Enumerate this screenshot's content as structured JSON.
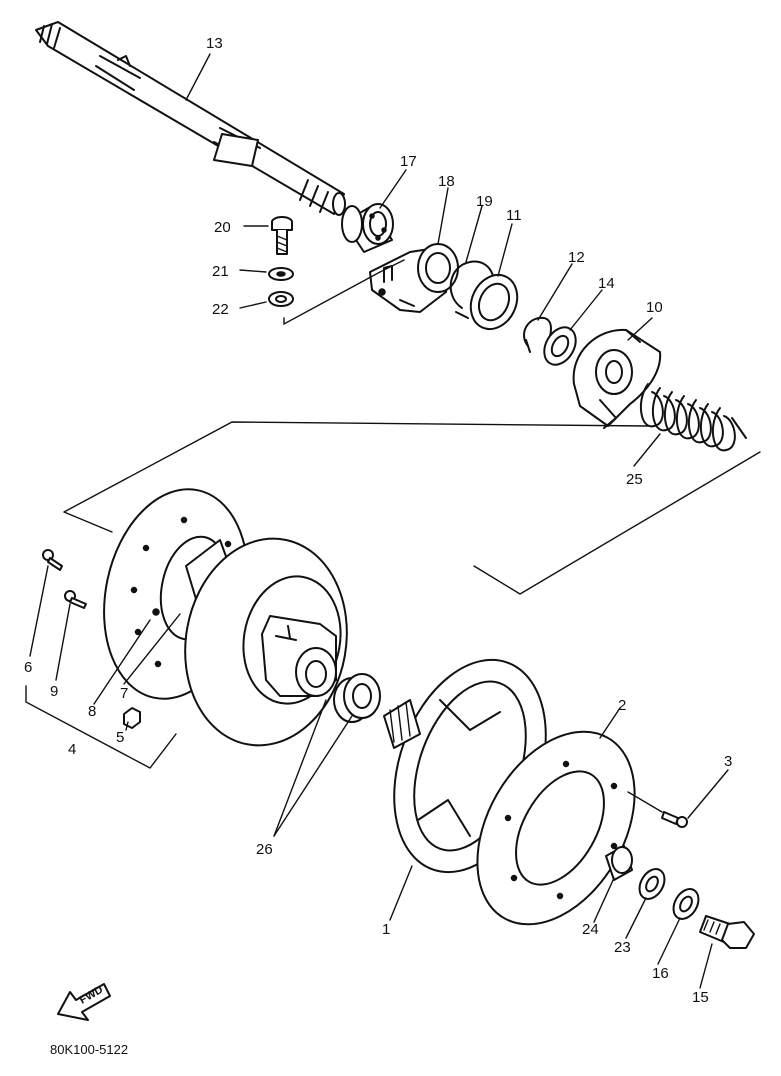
{
  "parts": [
    {
      "id": "1",
      "label": "1"
    },
    {
      "id": "2",
      "label": "2"
    },
    {
      "id": "3",
      "label": "3"
    },
    {
      "id": "4",
      "label": "4"
    },
    {
      "id": "5",
      "label": "5"
    },
    {
      "id": "6",
      "label": "6"
    },
    {
      "id": "7",
      "label": "7"
    },
    {
      "id": "8",
      "label": "8"
    },
    {
      "id": "9",
      "label": "9"
    },
    {
      "id": "10",
      "label": "10"
    },
    {
      "id": "11",
      "label": "11"
    },
    {
      "id": "12",
      "label": "12"
    },
    {
      "id": "13",
      "label": "13"
    },
    {
      "id": "14",
      "label": "14"
    },
    {
      "id": "15",
      "label": "15"
    },
    {
      "id": "16",
      "label": "16"
    },
    {
      "id": "17",
      "label": "17"
    },
    {
      "id": "18",
      "label": "18"
    },
    {
      "id": "19",
      "label": "19"
    },
    {
      "id": "20",
      "label": "20"
    },
    {
      "id": "21",
      "label": "21"
    },
    {
      "id": "22",
      "label": "22"
    },
    {
      "id": "23",
      "label": "23"
    },
    {
      "id": "24",
      "label": "24"
    },
    {
      "id": "25",
      "label": "25"
    },
    {
      "id": "26",
      "label": "26"
    }
  ],
  "fwd_label": "FWD",
  "drawing_code": "80K100-5122"
}
